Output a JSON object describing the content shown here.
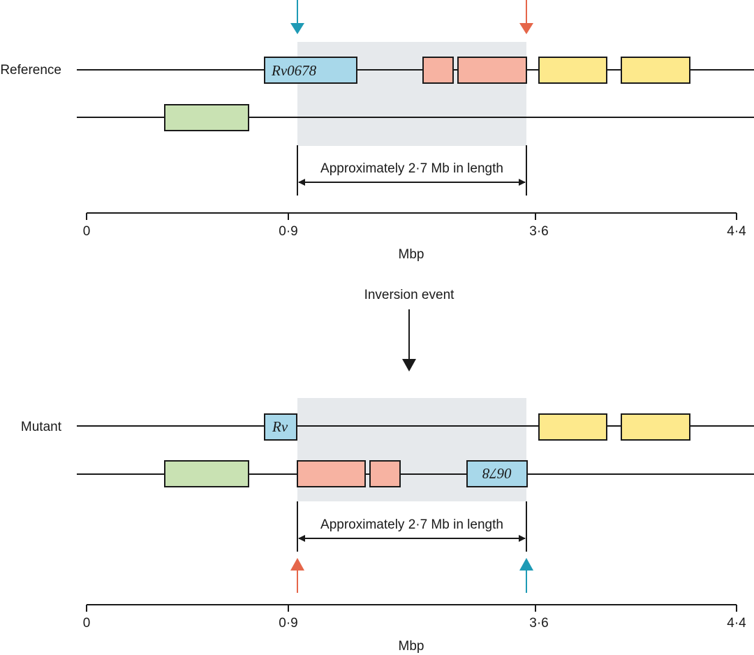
{
  "colors": {
    "blue_gene": "#a8d8ea",
    "salmon_gene": "#f7b3a2",
    "yellow_gene": "#fde98c",
    "green_gene": "#c9e2b3",
    "inversion_region": "#e6e9ec",
    "arrow_blue": "#1e9ab5",
    "arrow_orange": "#e5664a",
    "line": "#1a1a1a"
  },
  "reference": {
    "label": "Reference",
    "gene_label": "Rv0678",
    "length_label": "Approximately 2·7 Mb in length"
  },
  "inversion": {
    "label": "Inversion event"
  },
  "mutant": {
    "label": "Mutant",
    "gene_label_left": "Rv",
    "gene_label_right": "0678",
    "length_label": "Approximately 2·7 Mb in length"
  },
  "axis": {
    "unit_label": "Mbp",
    "ticks": [
      "0",
      "0·9",
      "3·6",
      "4·4"
    ]
  }
}
